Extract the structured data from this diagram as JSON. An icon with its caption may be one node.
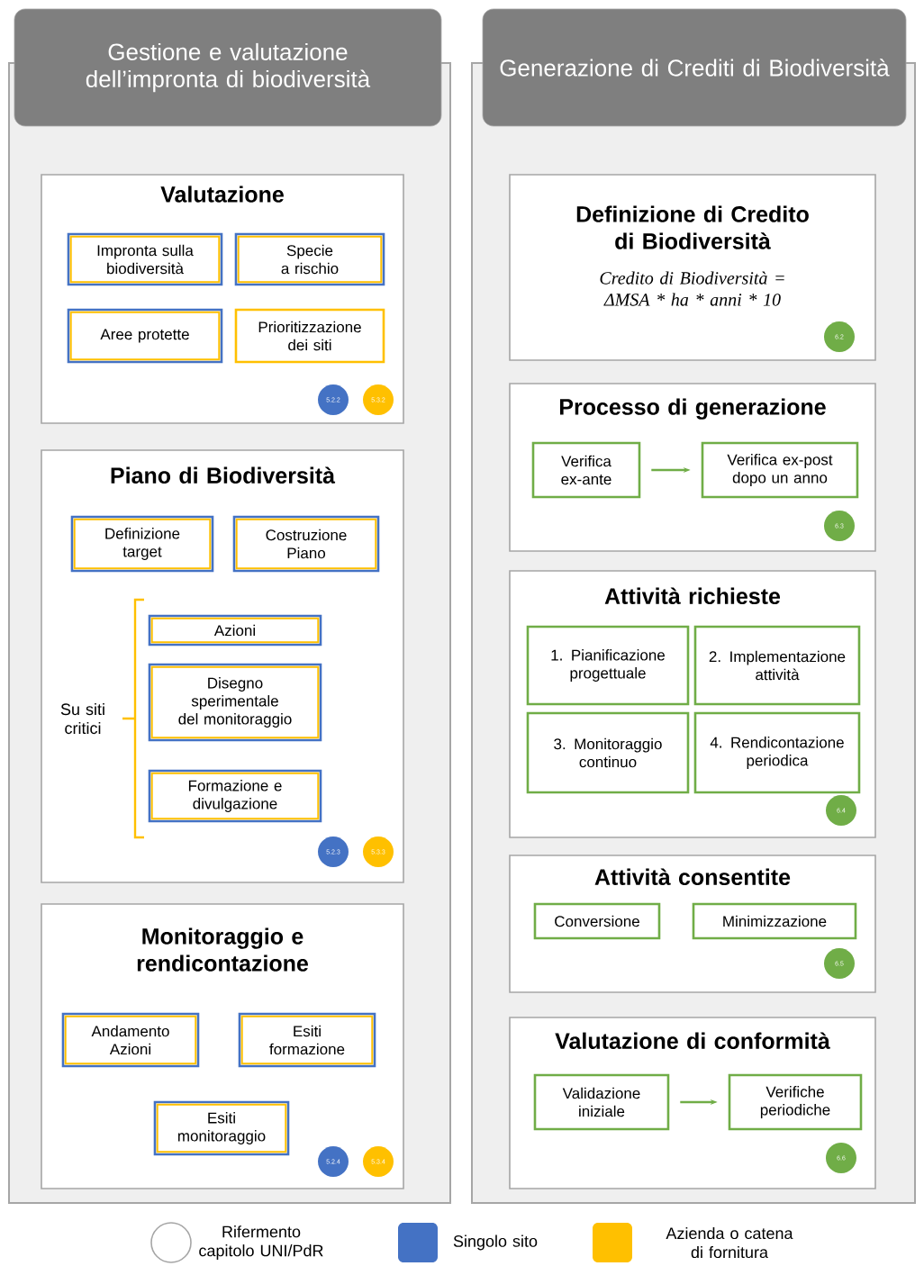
{
  "diagram": {
    "nodes": [
      {
        "text": [
          "Gestione e valutazione dell’impronta di biodiversità"
        ]
      },
      {
        "text": [
          "Valutazione"
        ],
        "in": 0
      },
      {
        "text": [
          "Impronta sulla biodiversità"
        ],
        "in": 1
      },
      {
        "text": [
          "Specie a rischio"
        ],
        "in": 1
      },
      {
        "text": [
          "Aree protette"
        ],
        "in": 1
      },
      {
        "text": [
          "Prioritizzazione dei siti"
        ],
        "in": 1
      },
      {
        "text": [
          "5.2.2"
        ],
        "in": 1
      },
      {
        "text": [
          "5.3.2"
        ],
        "in": 1
      },
      {
        "text": [
          "Piano di Biodiversità"
        ],
        "in": 0
      },
      {
        "text": [
          "Definizione target"
        ],
        "in": 8
      },
      {
        "text": [
          "Costruzione Piano"
        ],
        "in": 8
      },
      {
        "text": [
          "Azioni"
        ],
        "in": 8
      },
      {
        "text": [
          "Disegno sperimentale del monitoraggio"
        ],
        "in": 8
      },
      {
        "text": [
          "Formazione e divulgazione"
        ],
        "in": 8
      },
      {
        "text": [
          "5.2.3"
        ],
        "in": 8
      },
      {
        "text": [
          "5.3.3"
        ],
        "in": 8
      },
      {
        "text": [
          "Monitoraggio e rendicontazione"
        ],
        "in": 0
      },
      {
        "text": [
          "Andamento Azioni"
        ],
        "in": 16
      },
      {
        "text": [
          "Esiti formazione"
        ],
        "in": 16
      },
      {
        "text": [
          "Esiti monitoraggio"
        ],
        "in": 16
      },
      {
        "text": [
          "5.2.4"
        ],
        "in": 16
      },
      {
        "text": [
          "5.3.4"
        ],
        "in": 16
      },
      {
        "text": [
          "Generazione di Crediti di Biodiversità"
        ]
      },
      {
        "text": [
          "Definizione di Credito di Biodiversità",
          "Credito di Biodiversità = ΔMSA * ha * anni * 10"
        ],
        "in": 22
      },
      {
        "text": [
          "6.2"
        ],
        "in": 23
      },
      {
        "text": [
          "Processo di generazione"
        ],
        "in": 22
      },
      {
        "text": [
          "Verifica ex-ante"
        ],
        "in": 25
      },
      {
        "text": [
          "Verifica ex-post dopo un anno"
        ],
        "in": 25
      },
      {
        "text": [
          "6.3"
        ],
        "in": 25
      },
      {
        "text": [
          "Attività richieste"
        ],
        "in": 22
      },
      {
        "text": [
          "1. Pianificazione progettuale"
        ],
        "in": 29
      },
      {
        "text": [
          "2. Implementazione attività"
        ],
        "in": 29
      },
      {
        "text": [
          "3. Monitoraggio continuo"
        ],
        "in": 29
      },
      {
        "text": [
          "4. Rendicontazione periodica"
        ],
        "in": 29
      },
      {
        "text": [
          "6.4"
        ],
        "in": 29
      },
      {
        "text": [
          "Attività consentite"
        ],
        "in": 22
      },
      {
        "text": [
          "Conversione"
        ],
        "in": 35
      },
      {
        "text": [
          "Minimizzazione"
        ],
        "in": 35
      },
      {
        "text": [
          "6.5"
        ],
        "in": 35
      },
      {
        "text": [
          "Valutazione di conformità"
        ],
        "in": 22
      },
      {
        "text": [
          "Validazione iniziale"
        ],
        "in": 39
      },
      {
        "text": [
          "Verifiche periodiche"
        ],
        "in": 39
      },
      {
        "text": [
          "6.6"
        ],
        "in": 39
      }
    ],
    "edges": [
      {
        "from": 26,
        "to": 27,
        "arrow": "to"
      },
      {
        "from": 40,
        "to": 41,
        "arrow": "to"
      }
    ],
    "labels": [
      "Su siti critici"
    ],
    "legend": [
      {
        "text": "Rifermento capitolo UNI/PdR"
      },
      {
        "text": "Singolo sito",
        "color": "#4472c4"
      },
      {
        "text": "Azienda o catena di fornitura",
        "color": "#ffc000"
      }
    ]
  }
}
